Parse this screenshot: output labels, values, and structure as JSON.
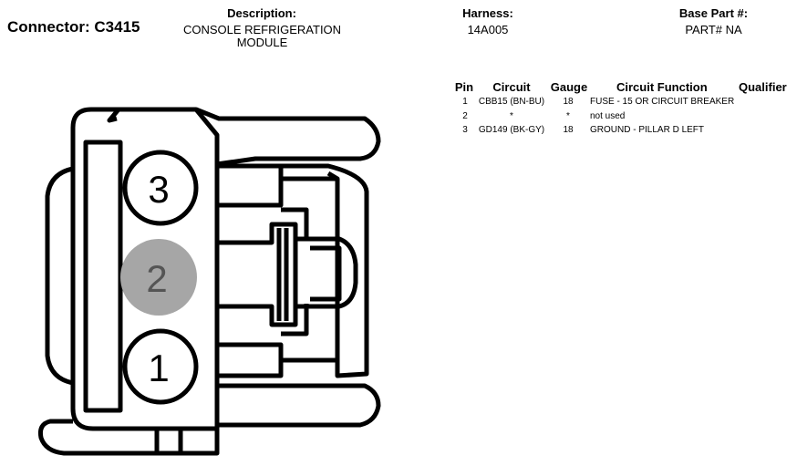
{
  "connector": {
    "label": "Connector: C3415"
  },
  "description": {
    "label": "Description:",
    "value_line1": "CONSOLE REFRIGERATION",
    "value_line2": "MODULE"
  },
  "harness": {
    "label": "Harness:",
    "value": "14A005"
  },
  "base_part": {
    "label": "Base Part #:",
    "value": "PART# NA"
  },
  "table": {
    "headers": {
      "pin": "Pin",
      "circuit": "Circuit",
      "gauge": "Gauge",
      "function": "Circuit Function",
      "qualifier": "Qualifier"
    },
    "rows": [
      {
        "pin": "1",
        "circuit": "CBB15 (BN-BU)",
        "gauge": "18",
        "function": "FUSE - 15 OR CIRCUIT BREAKER"
      },
      {
        "pin": "2",
        "circuit": "*",
        "gauge": "*",
        "function": "not used"
      },
      {
        "pin": "3",
        "circuit": "GD149 (BK-GY)",
        "gauge": "18",
        "function": "GROUND - PILLAR D LEFT"
      }
    ]
  },
  "diagram": {
    "pins": [
      {
        "number": "3",
        "state": "used"
      },
      {
        "number": "2",
        "state": "not used"
      },
      {
        "number": "1",
        "state": "used"
      }
    ],
    "colors": {
      "outline": "#000000",
      "unused_pin_fill": "#a6a6a6",
      "unused_pin_text": "#555555",
      "background": "#ffffff"
    }
  }
}
